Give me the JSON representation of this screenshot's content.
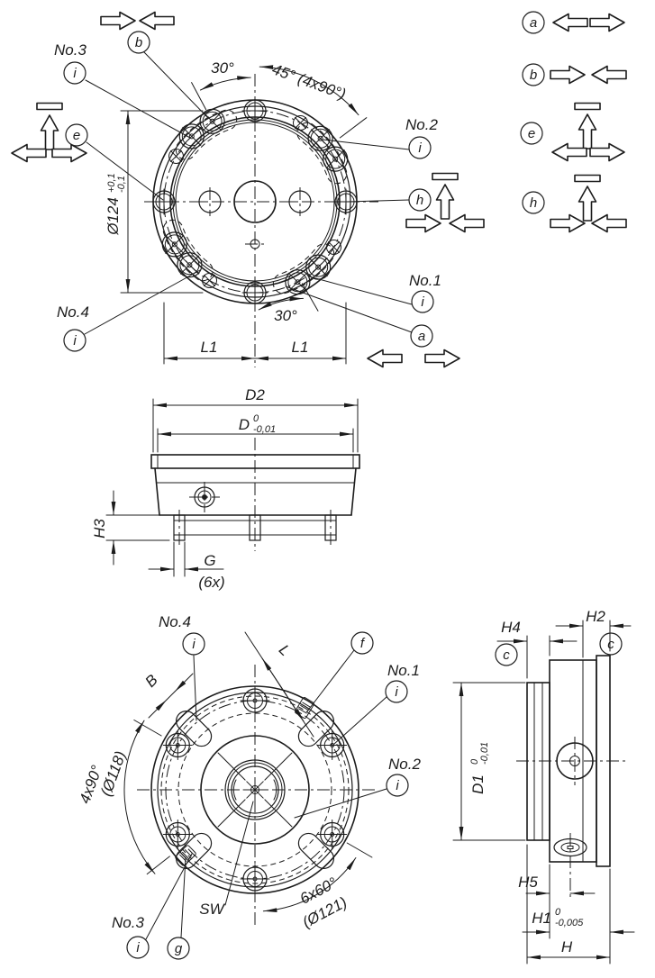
{
  "letters": {
    "a": "a",
    "b": "b",
    "c": "c",
    "e": "e",
    "f": "f",
    "g": "g",
    "h": "h",
    "i": "i"
  },
  "positions": {
    "no1": "No.1",
    "no2": "No.2",
    "no3": "No.3",
    "no4": "No.4"
  },
  "top_view": {
    "angle_top": "30°",
    "angle_pattern": "45° (4x90°)",
    "dia": "Ø124",
    "dia_tol_upper": "+0,1",
    "dia_tol_lower": "-0,1",
    "l1": "L1",
    "angle_bottom": "30°"
  },
  "front_view": {
    "d2": "D2",
    "d": "D",
    "d_tol_upper": "0",
    "d_tol_lower": "-0,01",
    "h3": "H3",
    "g": "G",
    "g_count": "(6x)"
  },
  "bottom_view": {
    "b": "B",
    "l": "L",
    "sw": "SW",
    "pattern_front": "4x90°",
    "pattern_front_dia": "(Ø118)",
    "pattern_back": "6x60°",
    "pattern_back_dia": "(Ø121)"
  },
  "side_view": {
    "h4": "H4",
    "h2": "H2",
    "d1": "D1",
    "d1_tol_upper": "0",
    "d1_tol_lower": "-0,01",
    "h5": "H5",
    "h1": "H1",
    "h1_tol_upper": "0",
    "h1_tol_lower": "-0,005",
    "h": "H"
  },
  "colors": {
    "line": "#1c1c1c",
    "background": "#ffffff"
  }
}
